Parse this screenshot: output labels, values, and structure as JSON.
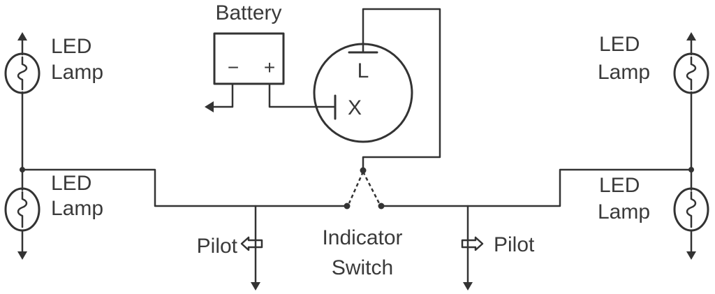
{
  "diagram": {
    "battery": {
      "label": "Battery",
      "minus": "−",
      "plus": "+"
    },
    "flasher": {
      "terminal_l": "L",
      "terminal_x": "X"
    },
    "lamps": {
      "top_left": {
        "line1": "LED",
        "line2": "Lamp"
      },
      "bottom_left": {
        "line1": "LED",
        "line2": "Lamp"
      },
      "top_right": {
        "line1": "LED",
        "line2": "Lamp"
      },
      "bottom_right": {
        "line1": "LED",
        "line2": "Lamp"
      }
    },
    "pilot_left": {
      "label": "Pilot"
    },
    "pilot_right": {
      "label": "Pilot"
    },
    "switch": {
      "line1": "Indicator",
      "line2": "Switch"
    }
  },
  "colors": {
    "line": "#333333",
    "text": "#3a3a3a",
    "background": "#ffffff"
  }
}
